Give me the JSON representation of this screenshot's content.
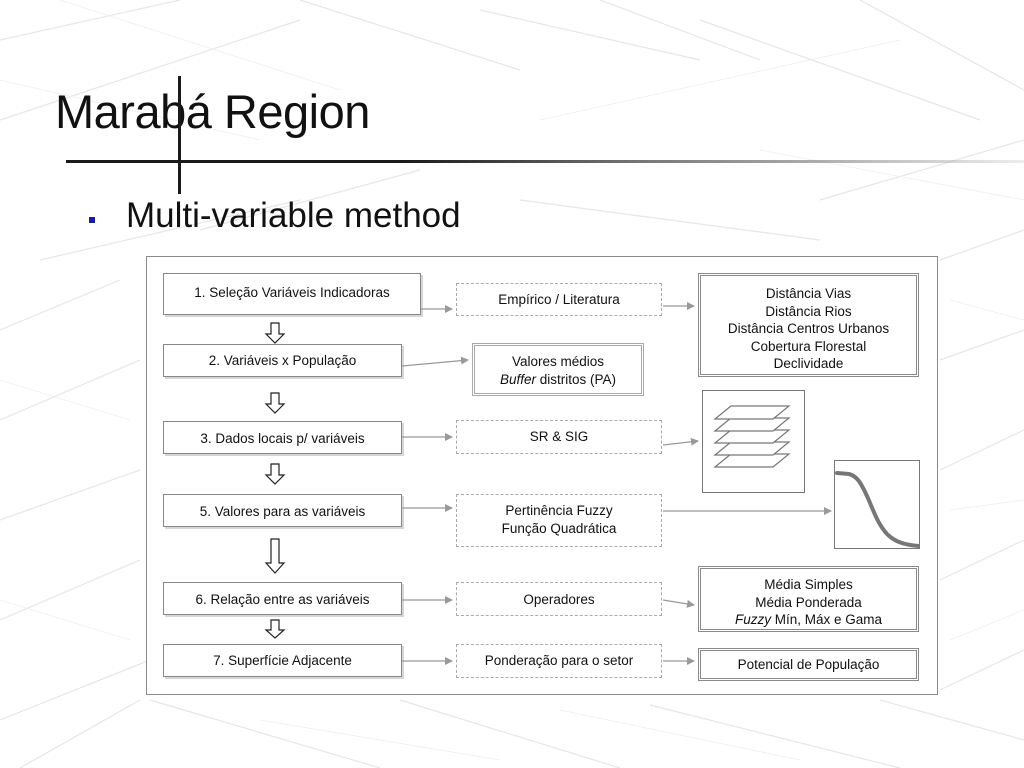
{
  "slide": {
    "title": "Marabá Region",
    "bullet": "Multi-variable method"
  },
  "steps": [
    "1. Seleção Variáveis Indicadoras",
    "2. Variáveis x População",
    "3. Dados locais p/ variáveis",
    "5. Valores para as variáveis",
    "6. Relação entre as variáveis",
    "7. Superfície Adjacente"
  ],
  "methods": {
    "empirico": "Empírico / Literatura",
    "valores_line1": "Valores médios",
    "valores_line2_italic": "Buffer",
    "valores_line2_rest": " distritos (PA)",
    "sr_sig": "SR & SIG",
    "fuzzy_line1": "Pertinência Fuzzy",
    "fuzzy_line2": "Função Quadrática",
    "operadores": "Operadores",
    "ponderacao": "Ponderação para o setor"
  },
  "outputs": {
    "variables": [
      "Distância Vias",
      "Distância Rios",
      "Distância Centros Urbanos",
      "Cobertura Florestal",
      "Declividade"
    ],
    "media_simples": "Média Simples",
    "media_ponderada": "Média Ponderada",
    "fuzzy_ops_italic": "Fuzzy",
    "fuzzy_ops_rest": " Mín, Máx e Gama",
    "potencial": "Potencial de População"
  }
}
